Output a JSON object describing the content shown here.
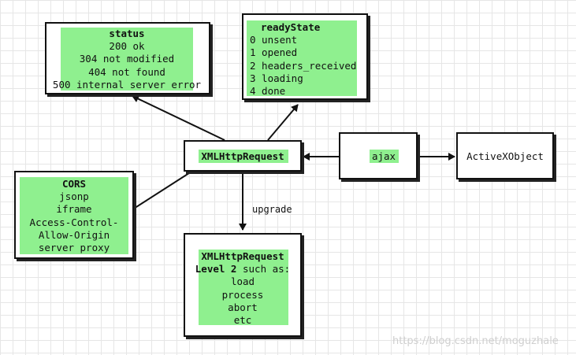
{
  "status": {
    "title": "status",
    "lines": [
      "200 ok",
      "304 not modified",
      "404 not found",
      "500 internal server error"
    ]
  },
  "ready_state": {
    "title": "readyState",
    "lines": [
      "0 unsent",
      "1 opened",
      "2 headers_received",
      "3 loading",
      "4 done"
    ]
  },
  "xhr": {
    "title": "XMLHttpRequest"
  },
  "ajax": {
    "label": "ajax"
  },
  "activex": {
    "label": "ActiveXObject"
  },
  "cors": {
    "title": "CORS",
    "lines": [
      "jsonp",
      "iframe",
      "Access-Control-",
      "Allow-Origin",
      "server proxy"
    ]
  },
  "level2": {
    "title_line1": "XMLHttpRequest",
    "title_line2": "Level 2",
    "suffix": " such as:",
    "lines": [
      "load",
      "process",
      "abort",
      "etc"
    ]
  },
  "edge_upgrade": {
    "label": "upgrade"
  },
  "watermark": "https://blog.csdn.net/moguzhale"
}
